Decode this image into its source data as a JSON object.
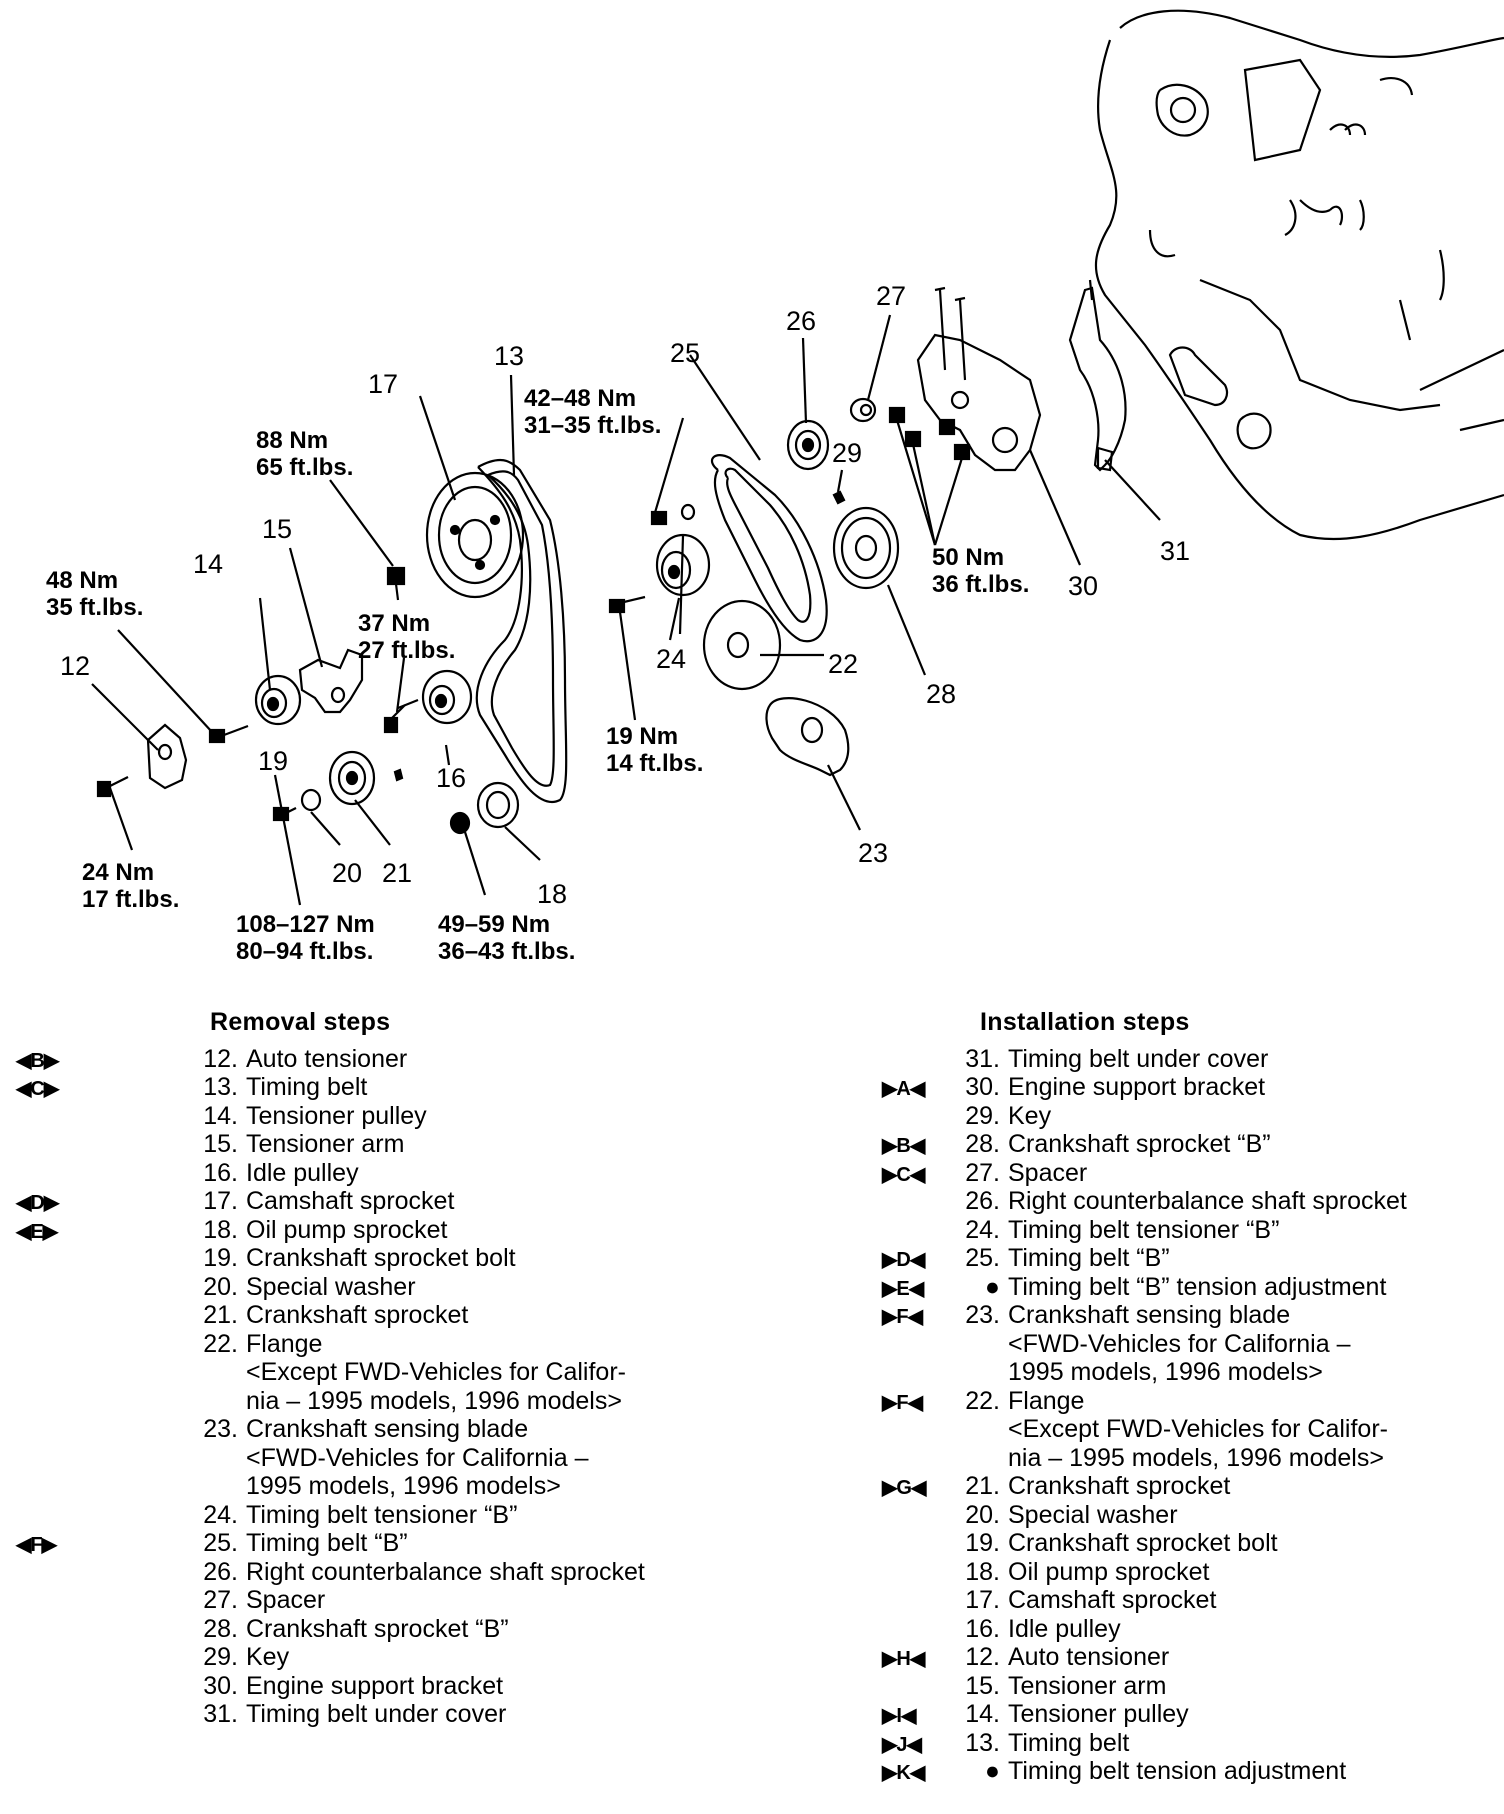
{
  "diagram": {
    "callouts": [
      "12",
      "13",
      "14",
      "15",
      "16",
      "17",
      "18",
      "19",
      "20",
      "21",
      "22",
      "23",
      "24",
      "25",
      "26",
      "27",
      "28",
      "29",
      "30",
      "31"
    ],
    "torques": [
      {
        "nm": "48 Nm",
        "ft": "35 ft.lbs."
      },
      {
        "nm": "88 Nm",
        "ft": "65 ft.lbs."
      },
      {
        "nm": "37 Nm",
        "ft": "27 ft.lbs."
      },
      {
        "nm": "24 Nm",
        "ft": "17 ft.lbs."
      },
      {
        "nm": "108–127 Nm",
        "ft": "80–94 ft.lbs."
      },
      {
        "nm": "49–59 Nm",
        "ft": "36–43 ft.lbs."
      },
      {
        "nm": "42–48 Nm",
        "ft": "31–35 ft.lbs."
      },
      {
        "nm": "19 Nm",
        "ft": "14 ft.lbs."
      },
      {
        "nm": "50 Nm",
        "ft": "36 ft.lbs."
      }
    ]
  },
  "removal": {
    "title": "Removal steps",
    "steps": [
      {
        "mk": "◀B▶",
        "n": "12.",
        "t": "Auto tensioner"
      },
      {
        "mk": "◀C▶",
        "n": "13.",
        "t": "Timing belt"
      },
      {
        "mk": "",
        "n": "14.",
        "t": "Tensioner pulley"
      },
      {
        "mk": "",
        "n": "15.",
        "t": "Tensioner arm"
      },
      {
        "mk": "",
        "n": "16.",
        "t": "Idle pulley"
      },
      {
        "mk": "◀D▶",
        "n": "17.",
        "t": "Camshaft sprocket"
      },
      {
        "mk": "◀E▶",
        "n": "18.",
        "t": "Oil pump sprocket"
      },
      {
        "mk": "",
        "n": "19.",
        "t": "Crankshaft sprocket bolt"
      },
      {
        "mk": "",
        "n": "20.",
        "t": "Special washer"
      },
      {
        "mk": "",
        "n": "21.",
        "t": "Crankshaft sprocket"
      },
      {
        "mk": "",
        "n": "22.",
        "t": "Flange"
      },
      {
        "mk": "",
        "n": "",
        "t": "<Except FWD-Vehicles for Califor-"
      },
      {
        "mk": "",
        "n": "",
        "t": "nia – 1995 models, 1996 models>"
      },
      {
        "mk": "",
        "n": "23.",
        "t": "Crankshaft sensing blade"
      },
      {
        "mk": "",
        "n": "",
        "t": "<FWD-Vehicles for California –"
      },
      {
        "mk": "",
        "n": "",
        "t": "1995 models, 1996 models>"
      },
      {
        "mk": "",
        "n": "24.",
        "t": "Timing belt tensioner “B”"
      },
      {
        "mk": "◀F▶",
        "n": "25.",
        "t": "Timing belt “B”"
      },
      {
        "mk": "",
        "n": "26.",
        "t": "Right counterbalance shaft sprocket"
      },
      {
        "mk": "",
        "n": "27.",
        "t": "Spacer"
      },
      {
        "mk": "",
        "n": "28.",
        "t": "Crankshaft sprocket “B”"
      },
      {
        "mk": "",
        "n": "29.",
        "t": "Key"
      },
      {
        "mk": "",
        "n": "30.",
        "t": "Engine support bracket"
      },
      {
        "mk": "",
        "n": "31.",
        "t": "Timing belt under cover"
      }
    ]
  },
  "installation": {
    "title": "Installation steps",
    "steps": [
      {
        "mk": "",
        "n": "31.",
        "t": "Timing belt under cover"
      },
      {
        "mk": "▶A◀",
        "n": "30.",
        "t": "Engine support bracket"
      },
      {
        "mk": "",
        "n": "29.",
        "t": "Key"
      },
      {
        "mk": "▶B◀",
        "n": "28.",
        "t": "Crankshaft sprocket “B”"
      },
      {
        "mk": "▶C◀",
        "n": "27.",
        "t": "Spacer"
      },
      {
        "mk": "",
        "n": "26.",
        "t": "Right counterbalance shaft sprocket"
      },
      {
        "mk": "",
        "n": "24.",
        "t": "Timing belt tensioner “B”"
      },
      {
        "mk": "▶D◀",
        "n": "25.",
        "t": "Timing belt “B”"
      },
      {
        "mk": "▶E◀",
        "n": "●",
        "t": "Timing belt “B” tension adjustment"
      },
      {
        "mk": "▶F◀",
        "n": "23.",
        "t": "Crankshaft sensing blade"
      },
      {
        "mk": "",
        "n": "",
        "t": "<FWD-Vehicles for California –"
      },
      {
        "mk": "",
        "n": "",
        "t": "1995 models, 1996 models>"
      },
      {
        "mk": "▶F◀",
        "n": "22.",
        "t": "Flange"
      },
      {
        "mk": "",
        "n": "",
        "t": "<Except FWD-Vehicles for Califor-"
      },
      {
        "mk": "",
        "n": "",
        "t": "nia – 1995 models, 1996 models>"
      },
      {
        "mk": "▶G◀",
        "n": "21.",
        "t": "Crankshaft sprocket"
      },
      {
        "mk": "",
        "n": "20.",
        "t": "Special washer"
      },
      {
        "mk": "",
        "n": "19.",
        "t": "Crankshaft sprocket bolt"
      },
      {
        "mk": "",
        "n": "18.",
        "t": "Oil pump sprocket"
      },
      {
        "mk": "",
        "n": "17.",
        "t": "Camshaft sprocket"
      },
      {
        "mk": "",
        "n": "16.",
        "t": "Idle pulley"
      },
      {
        "mk": "▶H◀",
        "n": "12.",
        "t": "Auto tensioner"
      },
      {
        "mk": "",
        "n": "15.",
        "t": "Tensioner arm"
      },
      {
        "mk": "▶I◀",
        "n": "14.",
        "t": "Tensioner pulley"
      },
      {
        "mk": "▶J◀",
        "n": "13.",
        "t": "Timing belt"
      },
      {
        "mk": "▶K◀",
        "n": "●",
        "t": "Timing belt tension adjustment"
      }
    ]
  }
}
